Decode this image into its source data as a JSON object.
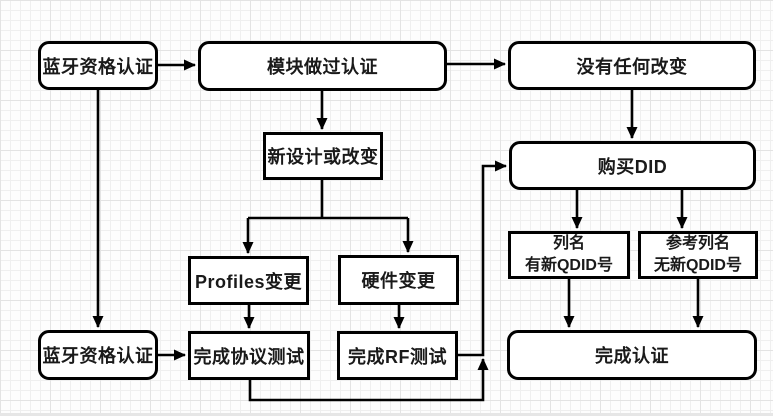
{
  "diagram_type": "flowchart",
  "colors": {
    "stroke": "#000000",
    "node_fill": "#ffffff",
    "grid_minor": "#efefef",
    "grid_major": "#e3e3e3",
    "background": "#fdfdfd"
  },
  "nodes": [
    {
      "id": "bluetooth-qualification-top",
      "label": "蓝牙资格认证",
      "shape": "rounded"
    },
    {
      "id": "module-already-certified",
      "label": "模块做过认证",
      "shape": "rounded"
    },
    {
      "id": "no-changes",
      "label": "没有任何改变",
      "shape": "rounded"
    },
    {
      "id": "new-design-or-change",
      "label": "新设计或改变",
      "shape": "rect"
    },
    {
      "id": "buy-did",
      "label": "购买DID",
      "shape": "rounded"
    },
    {
      "id": "profiles-change",
      "label": "Profiles变更",
      "shape": "rect"
    },
    {
      "id": "hardware-change",
      "label": "硬件变更",
      "shape": "rect"
    },
    {
      "id": "listed-with-new-qdid",
      "label_line1": "列名",
      "label_line2": "有新QDID号",
      "shape": "rect"
    },
    {
      "id": "reference-listing-no-new-qdid",
      "label_line1": "参考列名",
      "label_line2": "无新QDID号",
      "shape": "rect"
    },
    {
      "id": "bluetooth-qualification-bottom",
      "label": "蓝牙资格认证",
      "shape": "rounded"
    },
    {
      "id": "complete-protocol-test",
      "label": "完成协议测试",
      "shape": "rect"
    },
    {
      "id": "complete-rf-test",
      "label": "完成RF测试",
      "shape": "rect"
    },
    {
      "id": "complete-certification",
      "label": "完成认证",
      "shape": "rounded"
    }
  ],
  "edges": [
    {
      "from": "bluetooth-qualification-top",
      "to": "module-already-certified"
    },
    {
      "from": "module-already-certified",
      "to": "no-changes"
    },
    {
      "from": "module-already-certified",
      "to": "new-design-or-change"
    },
    {
      "from": "no-changes",
      "to": "buy-did"
    },
    {
      "from": "bluetooth-qualification-top",
      "to": "bluetooth-qualification-bottom"
    },
    {
      "from": "new-design-or-change",
      "to": "profiles-change"
    },
    {
      "from": "new-design-or-change",
      "to": "hardware-change"
    },
    {
      "from": "profiles-change",
      "to": "complete-protocol-test"
    },
    {
      "from": "hardware-change",
      "to": "complete-rf-test"
    },
    {
      "from": "bluetooth-qualification-bottom",
      "to": "complete-protocol-test"
    },
    {
      "from": "complete-protocol-test",
      "to": "buy-did"
    },
    {
      "from": "complete-rf-test",
      "to": "buy-did"
    },
    {
      "from": "buy-did",
      "to": "listed-with-new-qdid"
    },
    {
      "from": "buy-did",
      "to": "reference-listing-no-new-qdid"
    },
    {
      "from": "listed-with-new-qdid",
      "to": "complete-certification"
    },
    {
      "from": "reference-listing-no-new-qdid",
      "to": "complete-certification"
    }
  ]
}
